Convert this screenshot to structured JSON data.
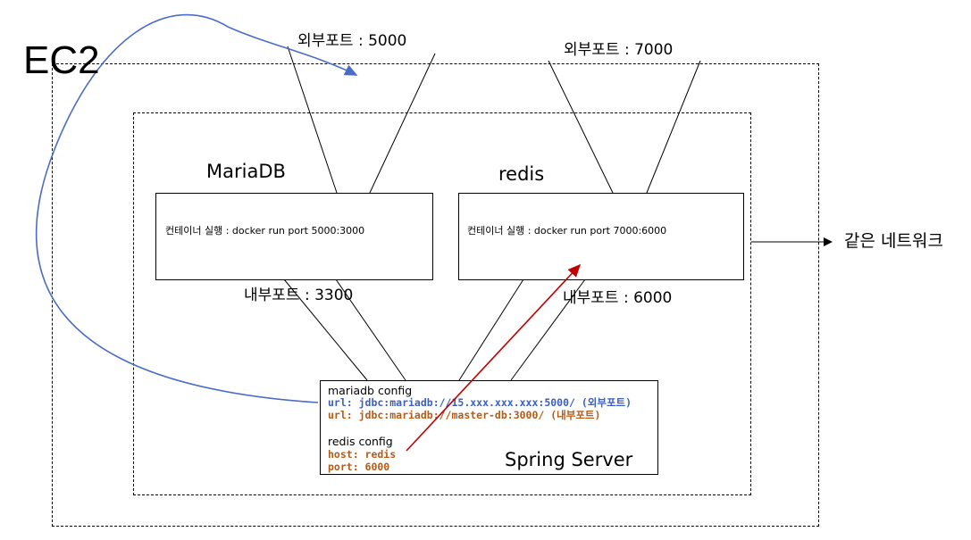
{
  "ec2": {
    "label": "EC2"
  },
  "mariadb": {
    "name": "MariaDB",
    "external_port": "외부포트 : 5000",
    "internal_port": "내부포트 : 3300",
    "command": "컨테이너 실행 : docker run port 5000:3000"
  },
  "redis": {
    "name": "redis",
    "external_port": "외부포트 : 7000",
    "internal_port": "내부포트 : 6000",
    "command": "컨테이너 실행 : docker run port 7000:6000"
  },
  "network": {
    "label": "같은 네트워크"
  },
  "spring": {
    "title": "Spring Server",
    "mariadb_config_title": "mariadb config",
    "mariadb_url_external": "url: jdbc:mariadb://15.xxx.xxx.xxx:5000/ (외부포트)",
    "mariadb_url_internal": "url: jdbc:mariadb://master-db:3000/ (내부포트)",
    "redis_config_title": "redis config",
    "redis_host": "host: redis",
    "redis_port": "port: 6000"
  },
  "colors": {
    "blue_arrow": "#4a6cc7",
    "red_arrow": "#c00000",
    "url_external_text": "#3b5fc0",
    "internal_text": "#b85a12"
  }
}
